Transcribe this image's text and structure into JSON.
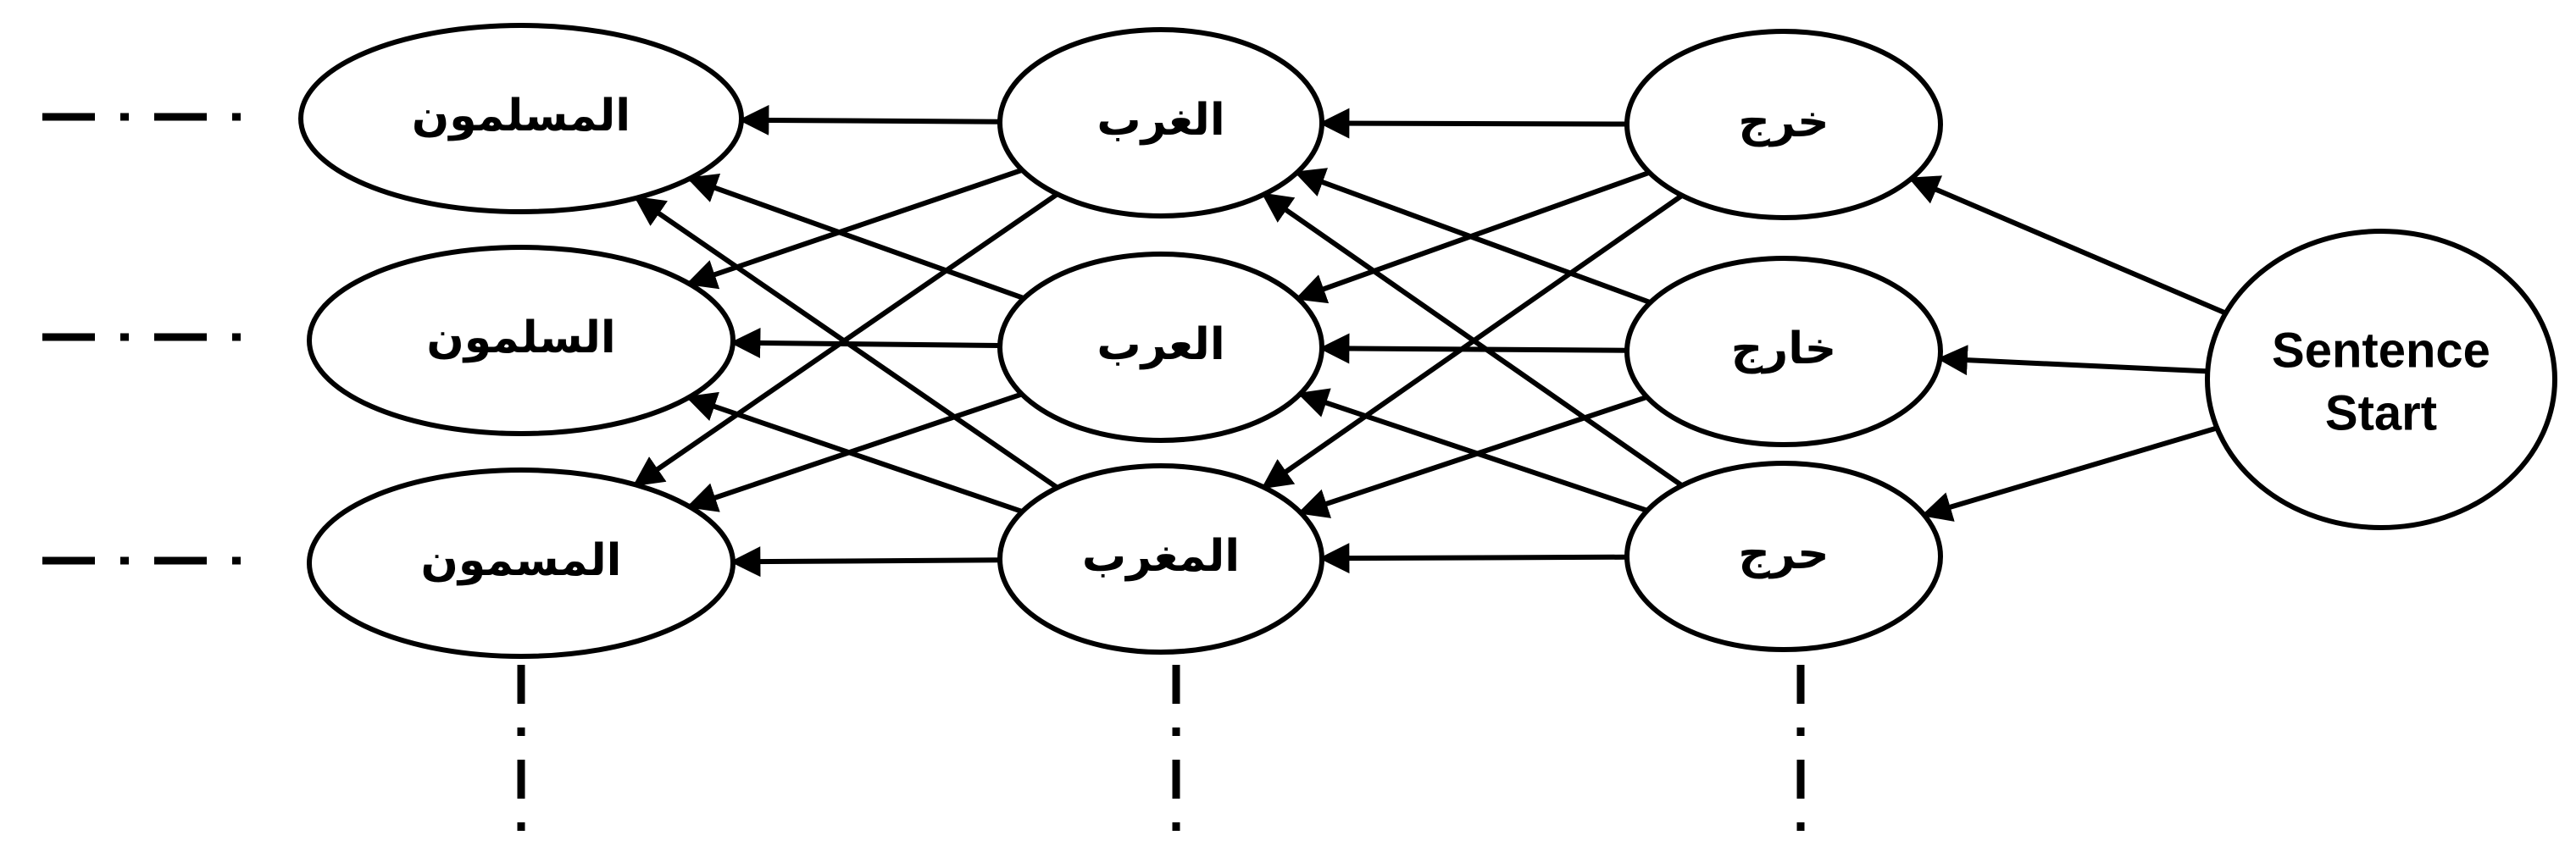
{
  "start_node": {
    "line1": "Sentence",
    "line2": "Start"
  },
  "layers": [
    {
      "nodes": [
        "خرج",
        "خارج",
        "حرج"
      ]
    },
    {
      "nodes": [
        "الغرب",
        "العرب",
        "المغرب"
      ]
    },
    {
      "nodes": [
        "المسلمون",
        "السلمون",
        "المسمون"
      ]
    }
  ],
  "colors": {
    "stroke": "#000000",
    "fill": "#ffffff"
  }
}
